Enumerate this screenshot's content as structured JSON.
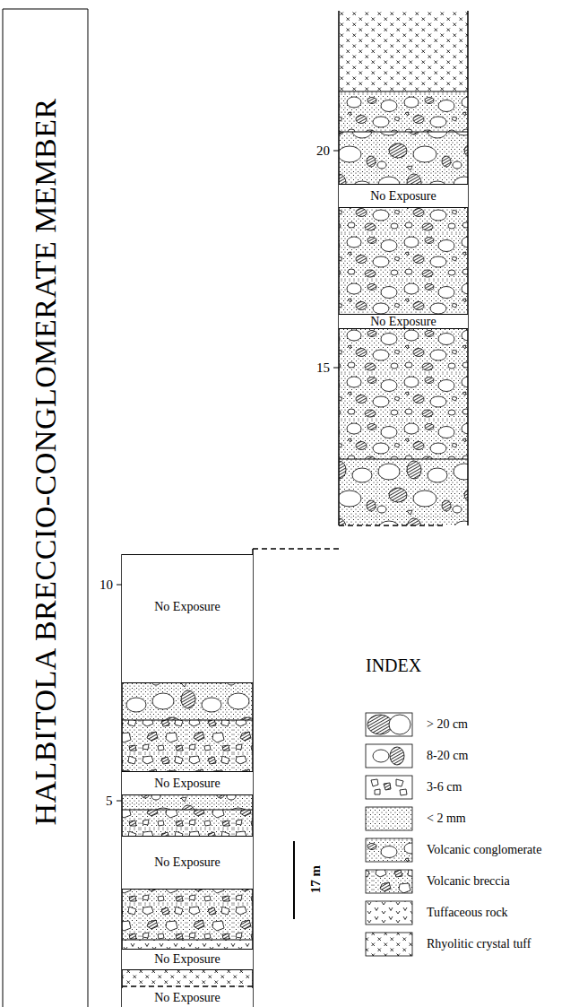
{
  "diagram": {
    "title": "HALBITOLA BRECCIO-CONGLOMERATE MEMBER",
    "nodes": [
      {
        "text": [
          "No Exposure"
        ]
      },
      {
        "text": [
          "No Exposure"
        ]
      },
      {
        "text": [
          "No Exposure"
        ]
      },
      {
        "text": [
          "No Exposure"
        ]
      },
      {
        "text": [
          "No Exposure"
        ]
      },
      {
        "text": [
          "No Exposure"
        ]
      },
      {
        "text": [
          "No Exposure"
        ]
      }
    ],
    "labels": [
      "20",
      "15",
      "10",
      "5",
      "INDEX",
      "17 m"
    ],
    "legend": [
      {
        "text": "> 20 cm"
      },
      {
        "text": "8-20 cm"
      },
      {
        "text": "3-6 cm"
      },
      {
        "text": "< 2 mm"
      },
      {
        "text": "Volcanic conglomerate"
      },
      {
        "text": "Volcanic breccia"
      },
      {
        "text": "Tuffaceous rock"
      },
      {
        "text": "Rhyolitic crystal tuff"
      }
    ]
  }
}
